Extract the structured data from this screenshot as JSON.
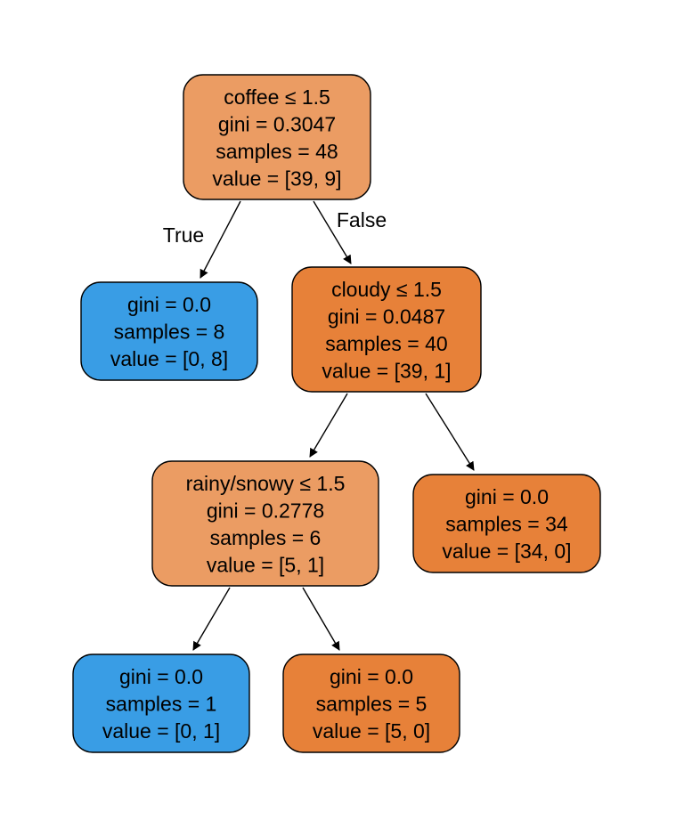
{
  "colors": {
    "orange_light": "#eb9c63",
    "orange_dark": "#e78139",
    "blue": "#399de5",
    "stroke": "#000000"
  },
  "nodes": [
    {
      "id": "n0",
      "lines": [
        "coffee ≤ 1.5",
        "gini = 0.3047",
        "samples = 48",
        "value = [39, 9]"
      ],
      "color": "orange_light"
    },
    {
      "id": "n1",
      "lines": [
        "gini = 0.0",
        "samples = 8",
        "value = [0, 8]"
      ],
      "color": "blue"
    },
    {
      "id": "n2",
      "lines": [
        "cloudy ≤ 1.5",
        "gini = 0.0487",
        "samples = 40",
        "value = [39, 1]"
      ],
      "color": "orange_dark"
    },
    {
      "id": "n3",
      "lines": [
        "rainy/snowy ≤ 1.5",
        "gini = 0.2778",
        "samples = 6",
        "value = [5, 1]"
      ],
      "color": "orange_light"
    },
    {
      "id": "n4",
      "lines": [
        "gini = 0.0",
        "samples = 34",
        "value = [34, 0]"
      ],
      "color": "orange_dark"
    },
    {
      "id": "n5",
      "lines": [
        "gini = 0.0",
        "samples = 1",
        "value = [0, 1]"
      ],
      "color": "blue"
    },
    {
      "id": "n6",
      "lines": [
        "gini = 0.0",
        "samples = 5",
        "value = [5, 0]"
      ],
      "color": "orange_dark"
    }
  ],
  "edges": [
    {
      "from": "n0",
      "to": "n1",
      "label": "True"
    },
    {
      "from": "n0",
      "to": "n2",
      "label": "False"
    },
    {
      "from": "n2",
      "to": "n3",
      "label": ""
    },
    {
      "from": "n2",
      "to": "n4",
      "label": ""
    },
    {
      "from": "n3",
      "to": "n5",
      "label": ""
    },
    {
      "from": "n3",
      "to": "n6",
      "label": ""
    }
  ]
}
